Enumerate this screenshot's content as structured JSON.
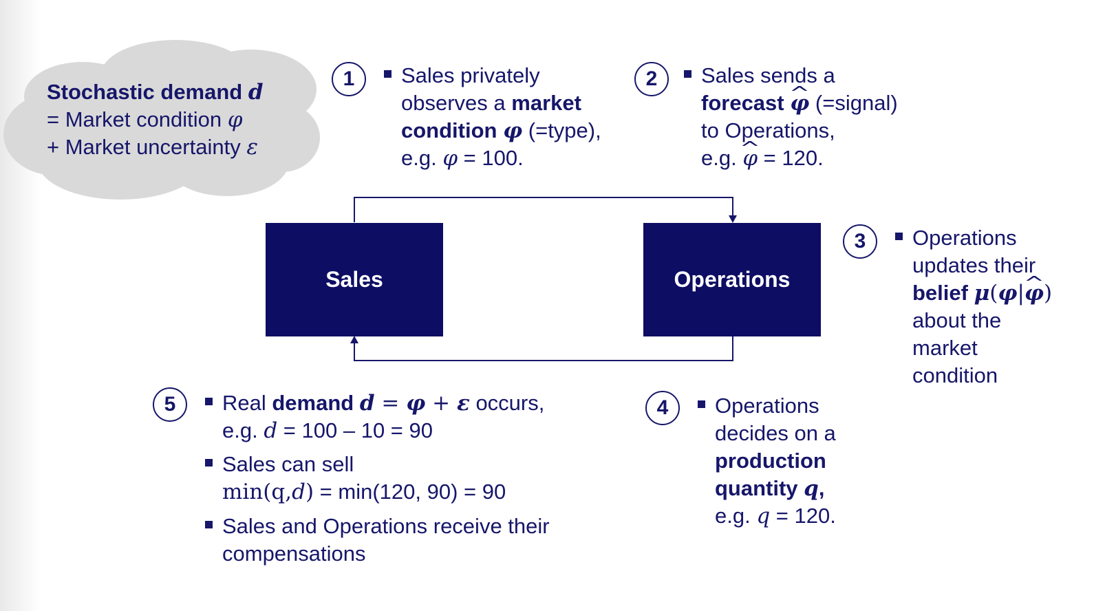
{
  "cloud": {
    "line1": "Stochastic demand",
    "line1_sym": "d",
    "line2": "= Market condition",
    "line2_sym": "φ",
    "line3": "+ Market uncertainty",
    "line3_sym": "ε"
  },
  "nodes": {
    "sales": "Sales",
    "operations": "Operations"
  },
  "steps": {
    "s1": {
      "num": "1",
      "l1": "Sales privately",
      "l2a": "observes  a ",
      "l2b": "market",
      "l3a": "condition ",
      "l3sym": "φ",
      "l3c": " (=type),",
      "l4a": "e.g. ",
      "l4sym": "φ",
      "l4c": " = 100."
    },
    "s2": {
      "num": "2",
      "l1": "Sales sends a",
      "l2a": "forecast  ",
      "l2sym": "φ",
      "l2c": " (=signal)",
      "l3": "to Operations,",
      "l4a": "e.g.  ",
      "l4sym": "φ",
      "l4c": " = 120."
    },
    "s3": {
      "num": "3",
      "l1": "Operations",
      "l2": "updates their",
      "l3a": "belief ",
      "l3sym": "μ",
      "l3p1": "(",
      "l3phi": "φ",
      "l3bar": "|",
      "l3phihat": "φ",
      "l3p2": ")",
      "l4": "about the",
      "l5": "market",
      "l6": "condition"
    },
    "s4": {
      "num": "4",
      "l1": "Operations",
      "l2": "decides on a",
      "l3": "production",
      "l4a": "quantity ",
      "l4sym": "q",
      "l4c": ",",
      "l5a": "e.g. ",
      "l5sym": "q",
      "l5c": " = 120."
    },
    "s5": {
      "num": "5",
      "b1a": "Real ",
      "b1b": "demand ",
      "b1d": "d",
      "b1eq": " = ",
      "b1phi": "φ",
      "b1plus": " + ",
      "b1eps": "ε",
      "b1c": " occurs,",
      "b1l2a": "e.g. ",
      "b1l2sym": "d",
      "b1l2c": " = 100 – 10 = 90",
      "b2l1": "Sales can sell",
      "b2l2a": "min(q,",
      "b2l2sym": "d",
      "b2l2b": ")",
      "b2l2c": " = min(120, 90) = 90",
      "b3l1": "Sales and Operations receive their",
      "b3l2": "compensations"
    }
  },
  "colors": {
    "ink": "#16166a",
    "box": "#0d0d64",
    "cloud": "#d9d9d9"
  }
}
